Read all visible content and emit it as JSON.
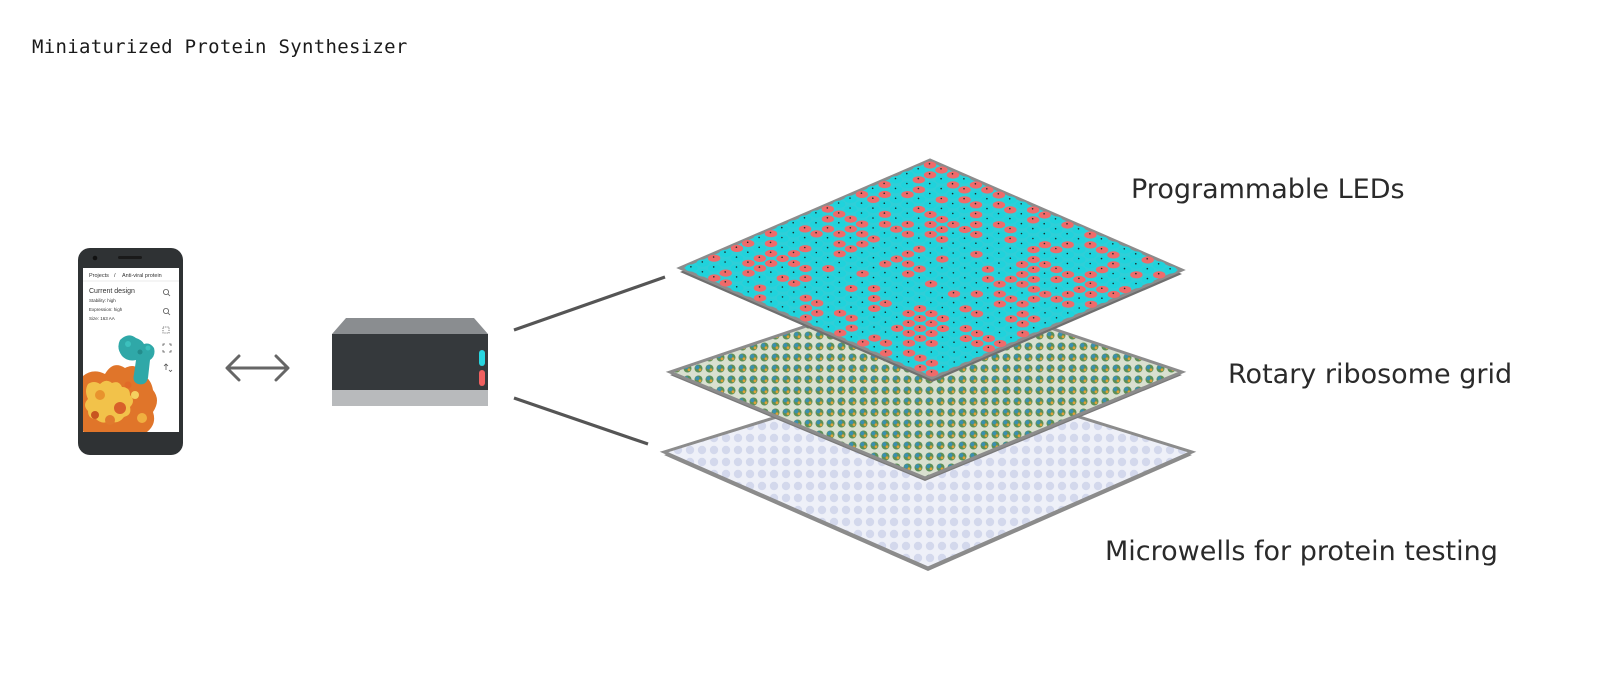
{
  "title": "Miniaturized Protein Synthesizer",
  "phone": {
    "breadcrumb": [
      "Projects",
      "/",
      "Anti-viral protein"
    ],
    "heading": "Current design",
    "details": [
      "Stability: high",
      "Expression: high",
      "Size: 163 AA"
    ],
    "icons": [
      "zoom-in-icon",
      "zoom-out-icon",
      "select-icon",
      "fullscreen-icon",
      "swap-icon"
    ]
  },
  "connector": {
    "icon": "double-arrow-icon"
  },
  "layers": [
    {
      "id": "leds",
      "label": "Programmable LEDs"
    },
    {
      "id": "ribosomes",
      "label": "Rotary ribosome grid"
    },
    {
      "id": "microwells",
      "label": "Microwells for protein testing"
    }
  ],
  "colors": {
    "led_cyan": "#1fd3dc",
    "led_red": "#f06a6a",
    "device_body": "#35393c",
    "device_indicator_cyan": "#28d6e0",
    "device_indicator_red": "#f06060",
    "protein_teal": "#2fa8a8",
    "protein_orange": "#e0752a",
    "protein_yellow": "#f2c24a",
    "grid_green": "#6a9a5a",
    "well_blue": "#c3cbe6"
  }
}
